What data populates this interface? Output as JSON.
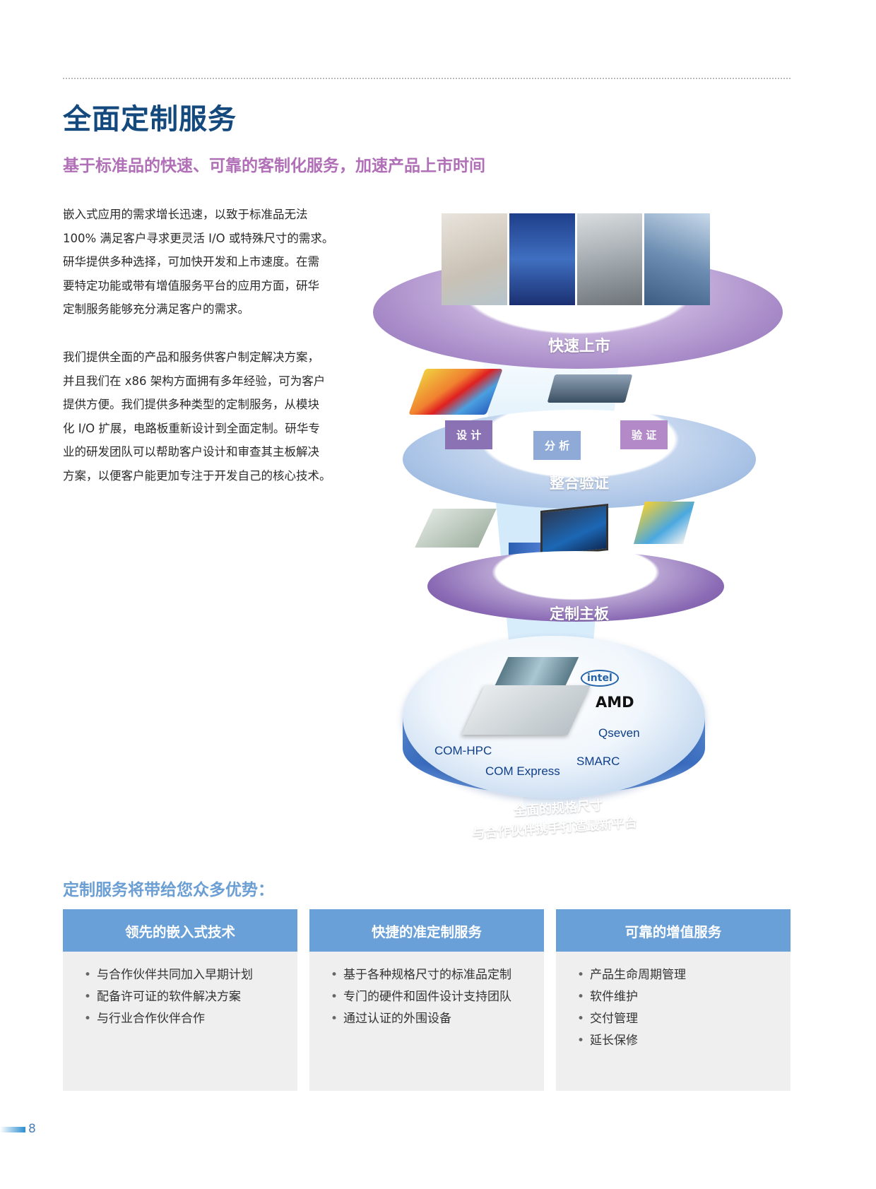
{
  "header": {
    "title": "全面定制服务",
    "subtitle": "基于标准品的快速、可靠的客制化服务，加速产品上市时间"
  },
  "intro": {
    "para1_lines": [
      "嵌入式应用的需求增长迅速，以致于标准品无法",
      "100% 满足客户寻求更灵活 I/O 或特殊尺寸的需求。",
      "研华提供多种选择，可加快开发和上市速度。在需",
      "要特定功能或带有增值服务平台的应用方面，研华",
      "定制服务能够充分满足客户的需求。"
    ],
    "para2_lines": [
      "我们提供全面的产品和服务供客户制定解决方案，",
      "并且我们在 x86 架构方面拥有多年经验，可为客户",
      "提供方便。我们提供多种类型的定制服务，从模块",
      "化 I/O 扩展，电路板重新设计到全面定制。研华专",
      "业的研发团队可以帮助客户设计和审查其主板解决",
      "方案，以便客户能更加专注于开发自己的核心技术。"
    ]
  },
  "diagram": {
    "ring1_label": "快速上市",
    "ring2_label": "整合验证",
    "ring2_tags": [
      "设 计",
      "分 析",
      "验 证"
    ],
    "ring3_label": "定制主板",
    "base_line1": "全面的规格尺寸",
    "base_line2": "与合作伙伴携手打造最新平台",
    "logos": {
      "intel": "intel",
      "amd": "AMD"
    },
    "standards": [
      "COM-HPC",
      "COM Express",
      "Qseven",
      "SMARC"
    ],
    "colors": {
      "purple": "#a88bc8",
      "blue": "#a9c3e6",
      "dark_purple": "#7d5aa6"
    }
  },
  "benefits": {
    "title": "定制服务将带给您众多优势：",
    "cards": [
      {
        "heading": "领先的嵌入式技术",
        "items": [
          "与合作伙伴共同加入早期计划",
          "配备许可证的软件解决方案",
          "与行业合作伙伴合作"
        ]
      },
      {
        "heading": "快捷的准定制服务",
        "items": [
          "基于各种规格尺寸的标准品定制",
          "专门的硬件和固件设计支持团队",
          "通过认证的外围设备"
        ]
      },
      {
        "heading": "可靠的增值服务",
        "items": [
          "产品生命周期管理",
          "软件维护",
          "交付管理",
          "延长保修"
        ]
      }
    ]
  },
  "footer": {
    "page_number": "8"
  }
}
